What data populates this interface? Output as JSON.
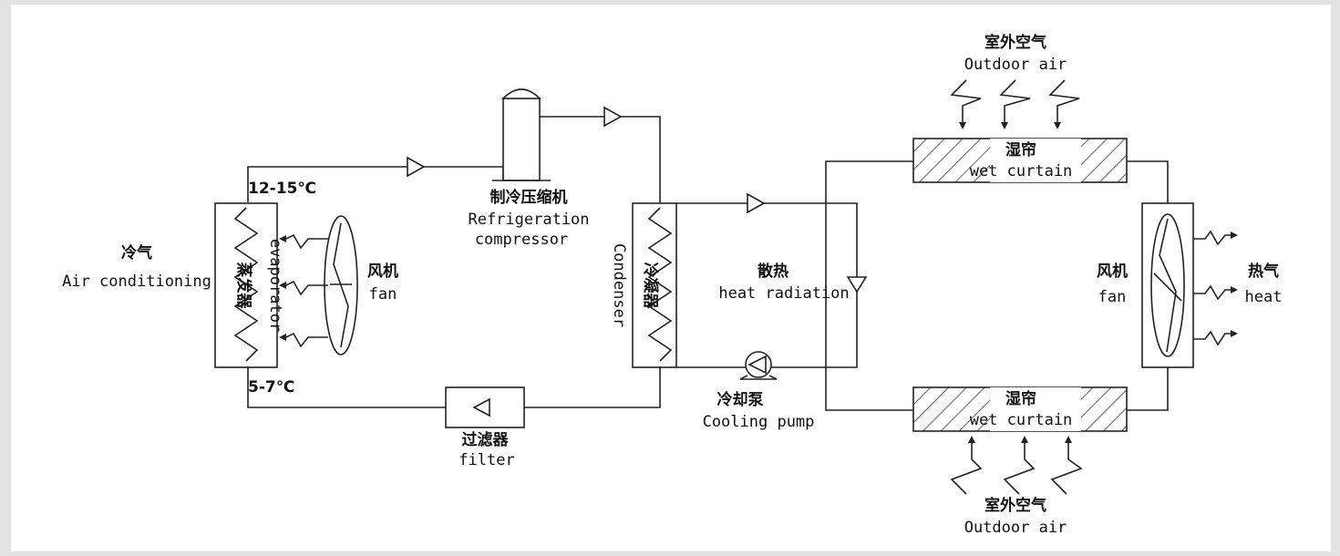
{
  "labels": {
    "cold_air_cn": "冷气",
    "cold_air_en": "Air conditioning",
    "temp_high": "12-15℃",
    "temp_low": "5-7℃",
    "evaporator_cn": "蒸发器",
    "evaporator_en": "evaporator",
    "fan_left_cn": "风机",
    "fan_left_en": "fan",
    "compressor_cn": "制冷压缩机",
    "compressor_en_1": "Refrigeration",
    "compressor_en_2": "compressor",
    "condenser_cn": "冷凝器",
    "condenser_en": "Condenser",
    "heat_radiation_cn": "散热",
    "heat_radiation_en": "heat radiation",
    "cooling_pump_cn": "冷却泵",
    "cooling_pump_en": "Cooling pump",
    "filter_cn": "过滤器",
    "filter_en": "filter",
    "wet_curtain_top_cn": "湿帘",
    "wet_curtain_top_en": "wet curtain",
    "wet_curtain_bottom_cn": "湿帘",
    "wet_curtain_bottom_en": "wet curtain",
    "outdoor_air_top_cn": "室外空气",
    "outdoor_air_top_en": "Outdoor air",
    "outdoor_air_bottom_cn": "室外空气",
    "outdoor_air_bottom_en": "Outdoor air",
    "fan_right_cn": "风机",
    "fan_right_en": "fan",
    "heat_cn": "热气",
    "heat_en": "heat"
  },
  "colors": {
    "line": "#222222",
    "background": "#ffffff",
    "frame": "#e3e3e3"
  }
}
